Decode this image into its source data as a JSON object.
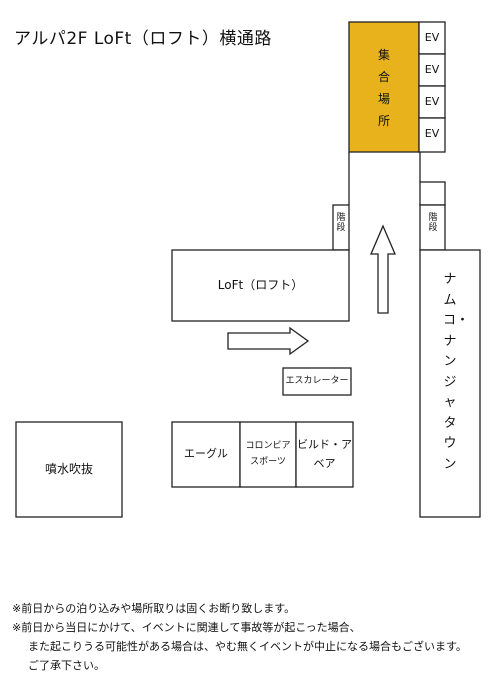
{
  "title": "アルパ2F LoFt（ロフト）横通路",
  "assembly": "集合場所",
  "elevators": [
    "EV",
    "EV",
    "EV",
    "EV"
  ],
  "stairs_left": "階段",
  "stairs_right": "階段",
  "loft": "LoFt（ロフト）",
  "escalator": "エスカレーター",
  "fountain": "噴水吹抜",
  "shop_eagle": "エーグル",
  "shop_colombia": "コロンビア\nスポーツ",
  "shop_build": "ビルド・ア\nベア",
  "namco": "ナムコ・ナンジャタウン",
  "notes": [
    "※前日からの泊り込みや場所取りは固くお断り致します。",
    "※前日から当日にかけて、イベントに関連して事故等が起こった場合、",
    "また起こりうる可能性がある場合は、やむ無くイベントが中止になる場合もございます。",
    "ご了承下さい。"
  ],
  "colors": {
    "assembly": "#E8B21C",
    "line": "#222222"
  }
}
